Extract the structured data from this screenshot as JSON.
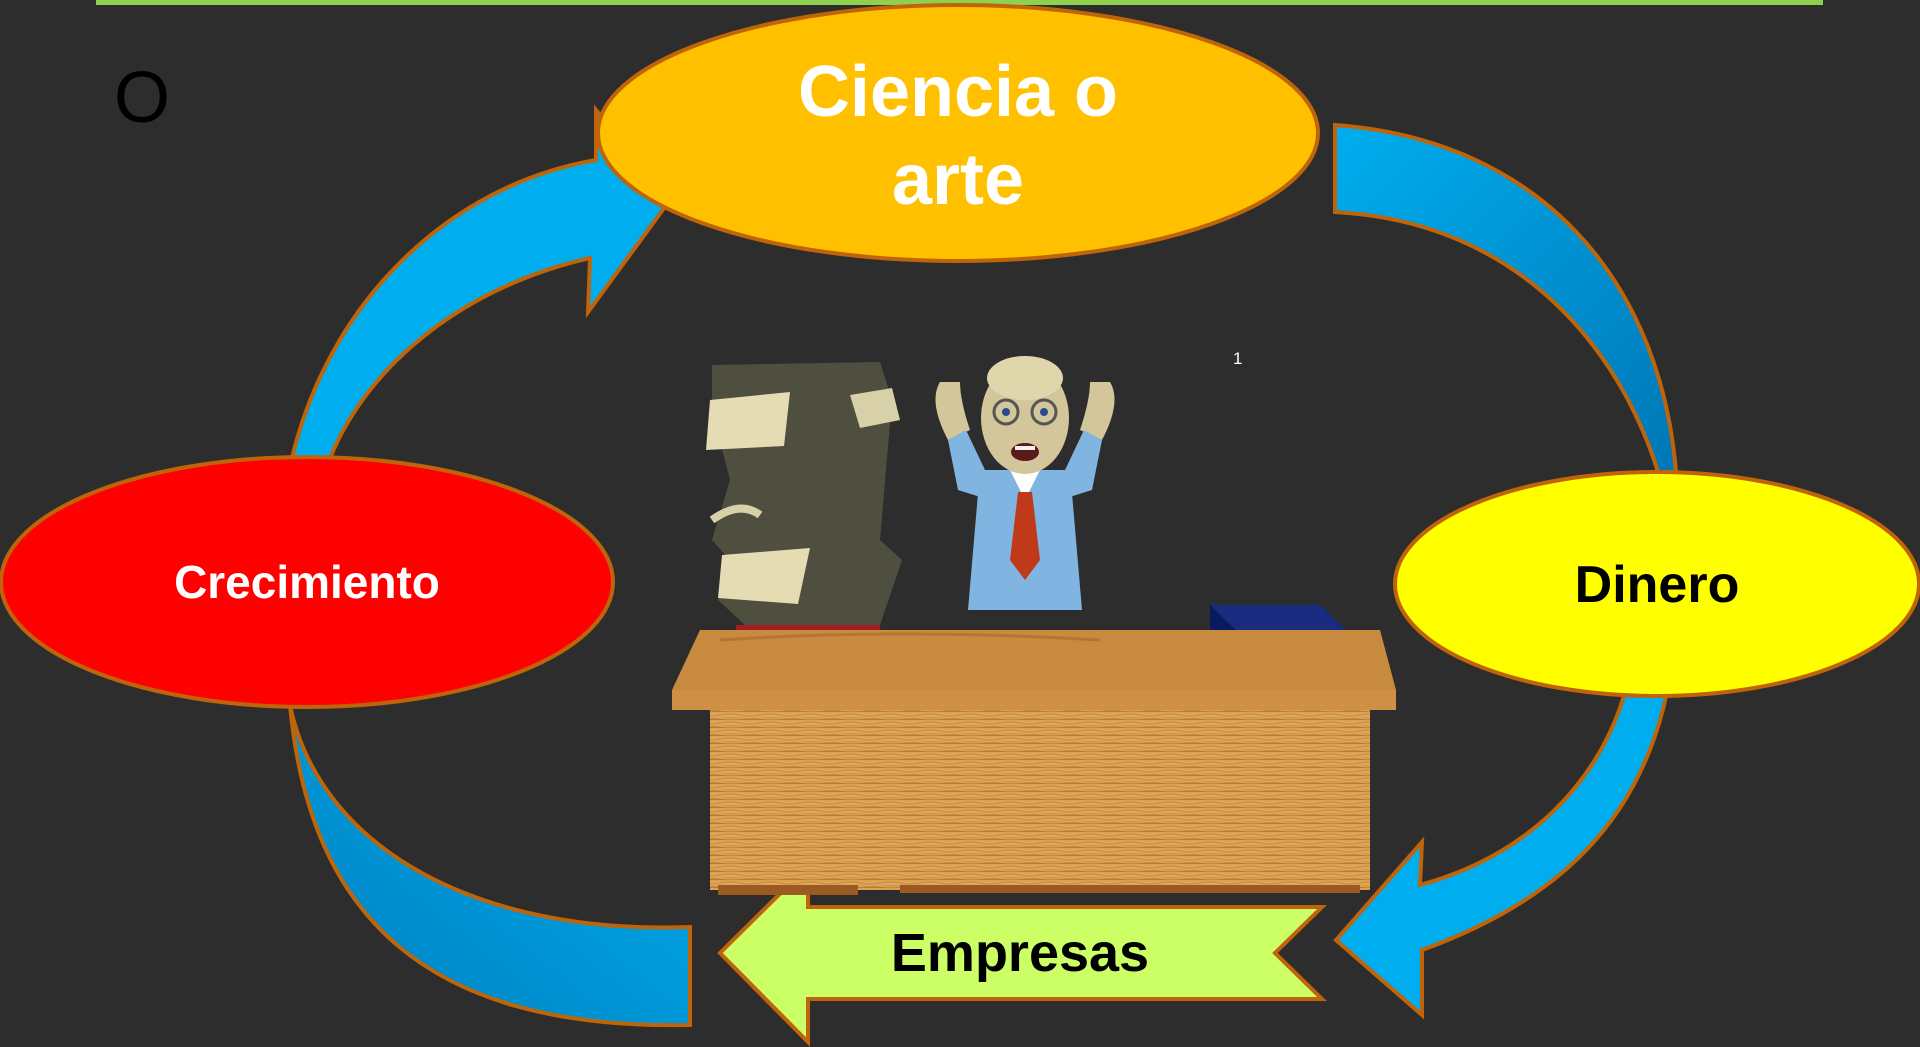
{
  "slide": {
    "bullet": "O",
    "footnote": "1"
  },
  "cycle": {
    "top_node": {
      "line1": "Ciencia o",
      "line2": "arte",
      "color": "#ffc000",
      "text_color": "#ffffff"
    },
    "right_node": {
      "label": "Dinero",
      "color": "#ffff00",
      "text_color": "#000000"
    },
    "left_node": {
      "label": "Crecimiento",
      "color": "#ff0000",
      "text_color": "#ffffff"
    },
    "bottom_node": {
      "label": "Empresas",
      "color": "#ccff66",
      "text_color": "#000000"
    },
    "arrow_color": "#00aeef",
    "arrow_dark": "#0080c0",
    "outline_color": "#c0640a"
  },
  "illustration": {
    "subject": "cartoon office worker behind wooden desk with paper stacks and inbox tray"
  }
}
